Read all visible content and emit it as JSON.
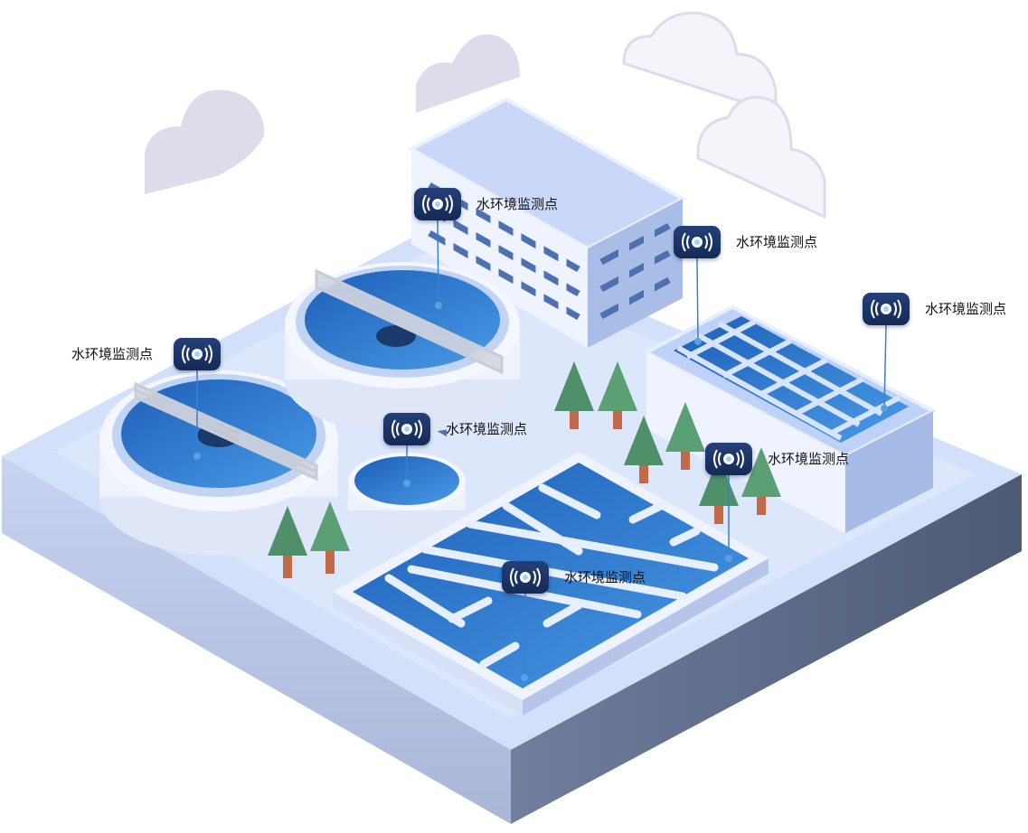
{
  "monitoring_points": [
    {
      "label": "水环境监测点",
      "icon": "sensor-signal-icon"
    },
    {
      "label": "水环境监测点",
      "icon": "sensor-signal-icon"
    },
    {
      "label": "水环境监测点",
      "icon": "sensor-signal-icon"
    },
    {
      "label": "水环境监测点",
      "icon": "sensor-signal-icon"
    },
    {
      "label": "水环境监测点",
      "icon": "sensor-signal-icon"
    },
    {
      "label": "水环境监测点",
      "icon": "sensor-signal-icon"
    },
    {
      "label": "水环境监测点",
      "icon": "sensor-signal-icon"
    }
  ],
  "colors": {
    "marker": "#1c3568",
    "water": "#2a78cc",
    "platform": "#cfdcf7",
    "cloud": "#dcdcea"
  }
}
